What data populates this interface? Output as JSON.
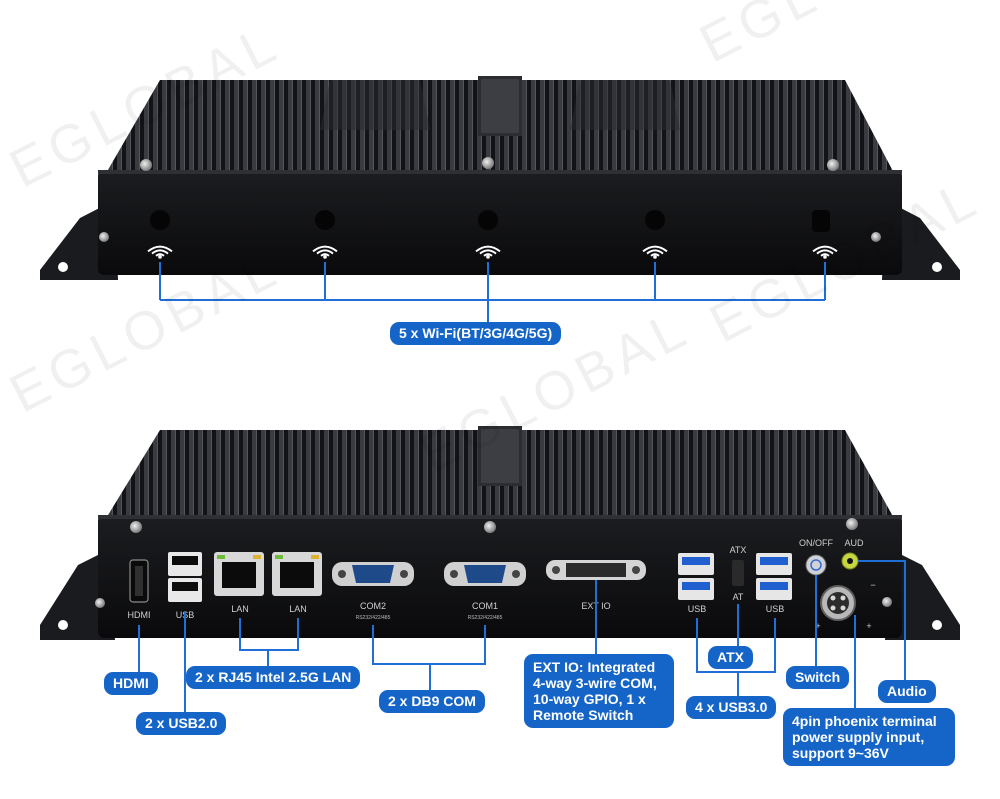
{
  "watermark": "EGLOBAL",
  "top_view": {
    "wifi_label": "5 x Wi-Fi(BT/3G/4G/5G)"
  },
  "bottom_view": {
    "panel_text": {
      "hdmi": "HDMI",
      "usb": "USB",
      "lan1": "LAN",
      "lan2": "LAN",
      "com2": "COM2",
      "com2_sub": "RS232/422/485",
      "com1": "COM1",
      "com1_sub": "RS232/422/485",
      "ext_io": "EXT IO",
      "usb3_a": "USB",
      "usb3_b": "USB",
      "atx": "ATX",
      "at": "AT",
      "on_off": "ON/OFF",
      "aud": "AUD",
      "minus": "−",
      "plus": "+"
    },
    "callouts": {
      "hdmi": "HDMI",
      "usb2": "2 x USB2.0",
      "lan": "2 x RJ45 Intel 2.5G LAN",
      "com": "2 x DB9 COM",
      "ext_io": "EXT IO: Integrated 4-way 3-wire COM, 10-way GPIO, 1 x Remote Switch",
      "usb3": "4 x USB3.0",
      "atx": "ATX",
      "switch": "Switch",
      "audio": "Audio",
      "power": "4pin phoenix terminal power supply input, support 9~36V"
    }
  },
  "colors": {
    "callout_blue": "#1565c8",
    "leader_blue": "#1f6fd6",
    "chassis_black": "#16171a"
  }
}
